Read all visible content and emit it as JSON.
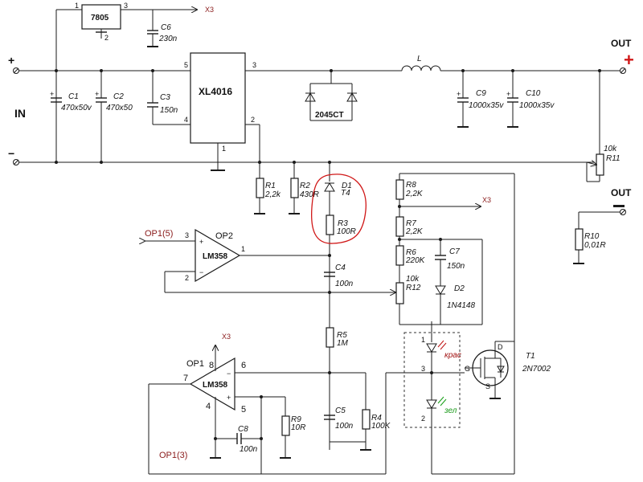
{
  "terminals": {
    "in_label": "IN",
    "in_plus": "+",
    "in_minus": "−",
    "out_top": "OUT",
    "out_bottom": "OUT",
    "out_plus": "+",
    "out_minus": "−"
  },
  "ics": {
    "reg": "7805",
    "buck": "XL4016",
    "op1": "LM358",
    "op2": "LM358",
    "schottky": "2045CT"
  },
  "pins": {
    "reg_in": "1",
    "reg_out": "3",
    "reg_gnd": "2",
    "buck_5": "5",
    "buck_4": "4",
    "buck_3": "3",
    "buck_2": "2",
    "buck_1": "1",
    "op2_3": "3",
    "op2_2": "2",
    "op2_1": "1",
    "op1_8": "8",
    "op1_7": "7",
    "op1_6": "6",
    "op1_5": "5",
    "op1_4": "4",
    "led_1": "1",
    "led_3": "3",
    "led_2": "2",
    "fet_d": "D",
    "fet_g": "G",
    "fet_s": "S"
  },
  "nets": {
    "x3": "X3",
    "op1_5": "OP1(5)",
    "op1_3": "OP1(3)"
  },
  "op_names": {
    "op1": "OP1",
    "op2": "OP2"
  },
  "components": {
    "C1": {
      "ref": "C1",
      "val": "470x50v"
    },
    "C2": {
      "ref": "C2",
      "val": "470x50"
    },
    "C3": {
      "ref": "C3",
      "val": "150n"
    },
    "C4": {
      "ref": "C4",
      "val": "100n"
    },
    "C5": {
      "ref": "C5",
      "val": "100n"
    },
    "C6": {
      "ref": "C6",
      "val": "230n"
    },
    "C7": {
      "ref": "C7",
      "val": "150n"
    },
    "C8": {
      "ref": "C8",
      "val": "100n"
    },
    "C9": {
      "ref": "C9",
      "val": "1000x35v"
    },
    "C10": {
      "ref": "C10",
      "val": "1000x35v"
    },
    "L": {
      "ref": "L"
    },
    "R1": {
      "ref": "R1",
      "val": "2,2k"
    },
    "R2": {
      "ref": "R2",
      "val": "430R"
    },
    "R3": {
      "ref": "R3",
      "val": "100R"
    },
    "R4": {
      "ref": "R4",
      "val": "100K"
    },
    "R5": {
      "ref": "R5",
      "val": "1M"
    },
    "R6": {
      "ref": "R6",
      "val": "220K"
    },
    "R7": {
      "ref": "R7",
      "val": "2,2K"
    },
    "R8": {
      "ref": "R8",
      "val": "2,2K"
    },
    "R9": {
      "ref": "R9",
      "val": "10R"
    },
    "R10": {
      "ref": "R10",
      "val": "0,01R"
    },
    "R11": {
      "ref": "R11",
      "val": "10k"
    },
    "R12": {
      "ref": "R12",
      "val": "10k"
    },
    "D1": {
      "ref": "D1",
      "val": "T4"
    },
    "D2": {
      "ref": "D2",
      "val": "1N4148"
    },
    "T1": {
      "ref": "T1",
      "val": "2N7002"
    },
    "led_red": "крас",
    "led_green": "зел"
  },
  "colors": {
    "wire": "#1a1a1a",
    "highlight_circle": "#d01818",
    "led_red": "#a01010",
    "led_green": "#1a9a1a",
    "net_label": "#8a1b1b"
  }
}
